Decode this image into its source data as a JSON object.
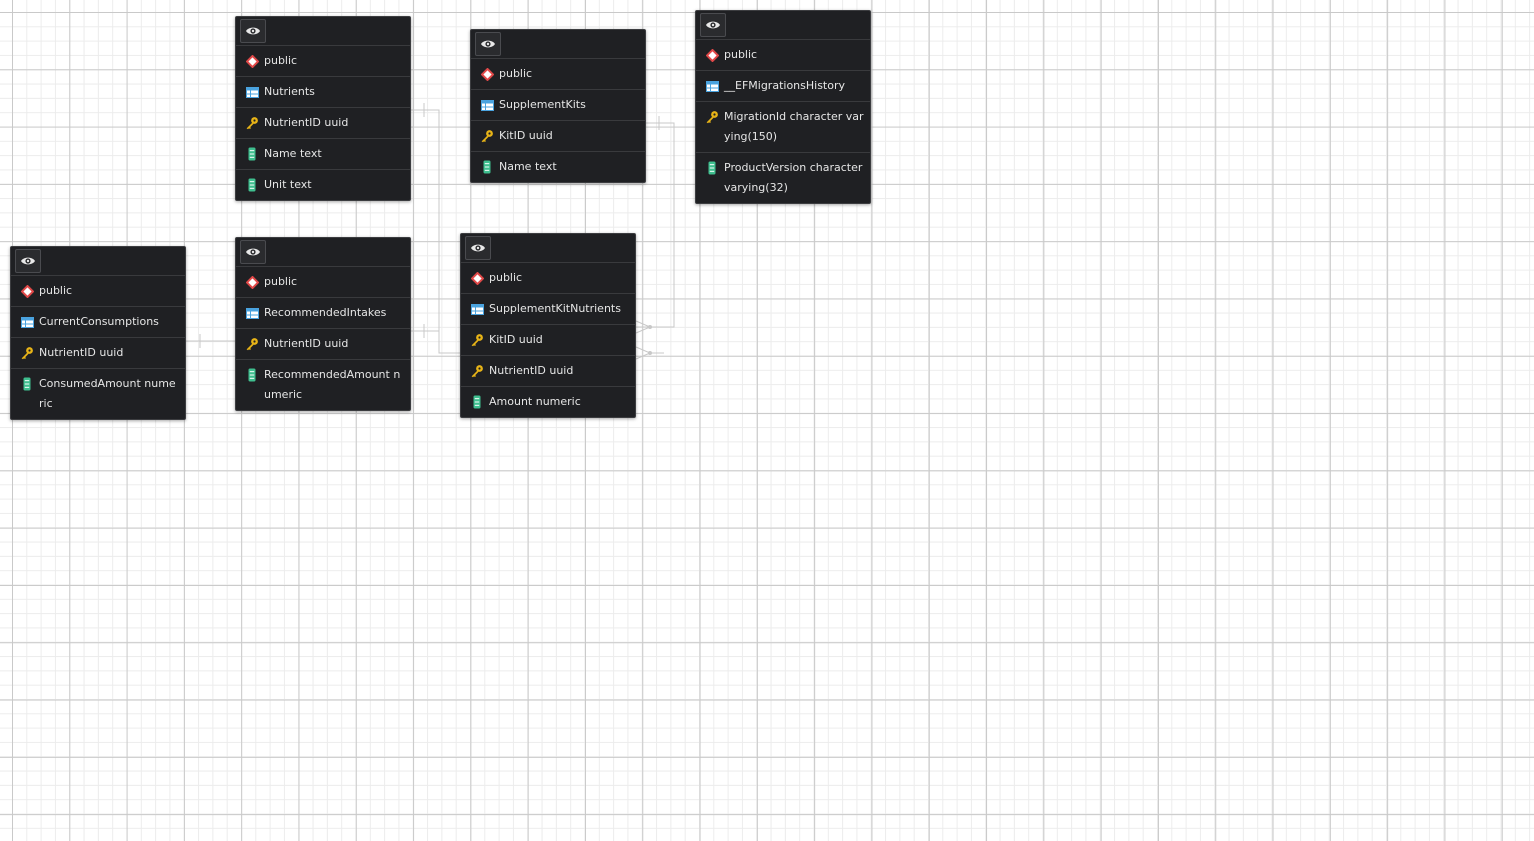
{
  "diagram": {
    "tables": [
      {
        "id": "nutrients",
        "schema": "public",
        "name": "Nutrients",
        "columns": [
          {
            "label": "NutrientID uuid",
            "kind": "primary-key"
          },
          {
            "label": "Name text",
            "kind": "column"
          },
          {
            "label": "Unit text",
            "kind": "column"
          }
        ]
      },
      {
        "id": "supplementkits",
        "schema": "public",
        "name": "SupplementKits",
        "columns": [
          {
            "label": "KitID uuid",
            "kind": "primary-key"
          },
          {
            "label": "Name text",
            "kind": "column"
          }
        ]
      },
      {
        "id": "efmigrations",
        "schema": "public",
        "name": "__EFMigrationsHistory",
        "columns": [
          {
            "label": "MigrationId character varying(150)",
            "kind": "primary-key"
          },
          {
            "label": "ProductVersion character varying(32)",
            "kind": "column"
          }
        ]
      },
      {
        "id": "currentconsumptions",
        "schema": "public",
        "name": "CurrentConsumptions",
        "columns": [
          {
            "label": "NutrientID uuid",
            "kind": "primary-key"
          },
          {
            "label": "ConsumedAmount numeric",
            "kind": "column"
          }
        ]
      },
      {
        "id": "recommendedintakes",
        "schema": "public",
        "name": "RecommendedIntakes",
        "columns": [
          {
            "label": "NutrientID uuid",
            "kind": "primary-key"
          },
          {
            "label": "RecommendedAmount numeric",
            "kind": "column"
          }
        ]
      },
      {
        "id": "supplementkitnutrients",
        "schema": "public",
        "name": "SupplementKitNutrients",
        "columns": [
          {
            "label": "KitID uuid",
            "kind": "primary-key"
          },
          {
            "label": "NutrientID uuid",
            "kind": "primary-key"
          },
          {
            "label": "Amount numeric",
            "kind": "column"
          }
        ]
      }
    ],
    "relationships": [
      {
        "from": "nutrients.NutrientID",
        "to": "currentconsumptions.NutrientID",
        "cardinality": "one-to-one"
      },
      {
        "from": "nutrients.NutrientID",
        "to": "recommendedintakes.NutrientID",
        "cardinality": "one-to-one"
      },
      {
        "from": "nutrients.NutrientID",
        "to": "supplementkitnutrients.NutrientID",
        "cardinality": "one-to-many"
      },
      {
        "from": "supplementkits.KitID",
        "to": "supplementkitnutrients.KitID",
        "cardinality": "one-to-many"
      }
    ],
    "colors": {
      "node_background": "#1f2023",
      "row_border": "#393a3d",
      "text": "#e6e6e6",
      "link": "#c8c8c8",
      "schema_icon": "#e04848",
      "table_icon": "#4aa3df",
      "key_icon": "#e8b417",
      "column_icon": "#3fbf8f"
    },
    "icons": {
      "header": "eye-icon",
      "schema": "schema-diamond-icon",
      "table": "table-icon",
      "primary-key": "key-icon",
      "column": "column-icon"
    }
  }
}
